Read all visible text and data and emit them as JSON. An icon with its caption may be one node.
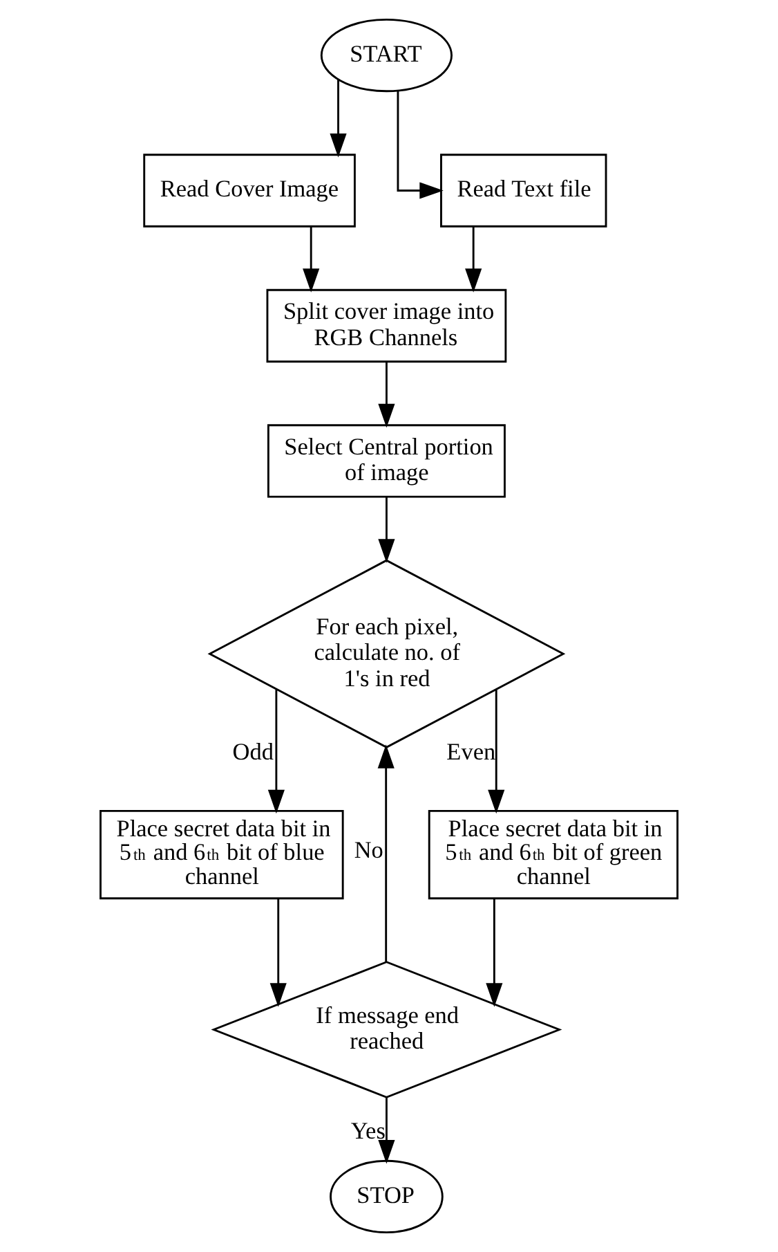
{
  "diagram": {
    "nodes": [
      {
        "text": [
          "START"
        ]
      },
      {
        "text": [
          "Read Cover Image"
        ]
      },
      {
        "text": [
          "Read Text file"
        ]
      },
      {
        "text": [
          "Split cover image into RGB Channels"
        ]
      },
      {
        "text": [
          "Select Central portion of image"
        ]
      },
      {
        "text": [
          "For each pixel, calculate no. of 1's in red"
        ]
      },
      {
        "text": [
          "Place secret data bit in 5$^{th}$ and 6$^{th}$ bit of blue channel"
        ]
      },
      {
        "text": [
          "Place secret data bit in 5$^{th}$ and 6$^{th}$ bit of green channel"
        ]
      },
      {
        "text": [
          "If message end reached"
        ]
      },
      {
        "text": [
          "STOP"
        ]
      }
    ],
    "edges": [
      {
        "from": 0,
        "to": 1,
        "arrow": "to"
      },
      {
        "from": 0,
        "to": 2,
        "arrow": "to"
      },
      {
        "from": 1,
        "to": 3,
        "arrow": "to"
      },
      {
        "from": 2,
        "to": 3,
        "arrow": "to"
      },
      {
        "from": 3,
        "to": 4,
        "arrow": "to"
      },
      {
        "from": 4,
        "to": 5,
        "arrow": "to"
      },
      {
        "from": 5,
        "to": 6,
        "label": "Odd",
        "arrow": "to"
      },
      {
        "from": 5,
        "to": 7,
        "label": "Even",
        "arrow": "to"
      },
      {
        "from": 6,
        "to": 8,
        "arrow": "to"
      },
      {
        "from": 7,
        "to": 8,
        "arrow": "to"
      },
      {
        "from": 8,
        "to": 9,
        "label": "Yes",
        "arrow": "to"
      },
      {
        "from": 8,
        "to": 5,
        "label": "No",
        "arrow": "to"
      }
    ]
  }
}
